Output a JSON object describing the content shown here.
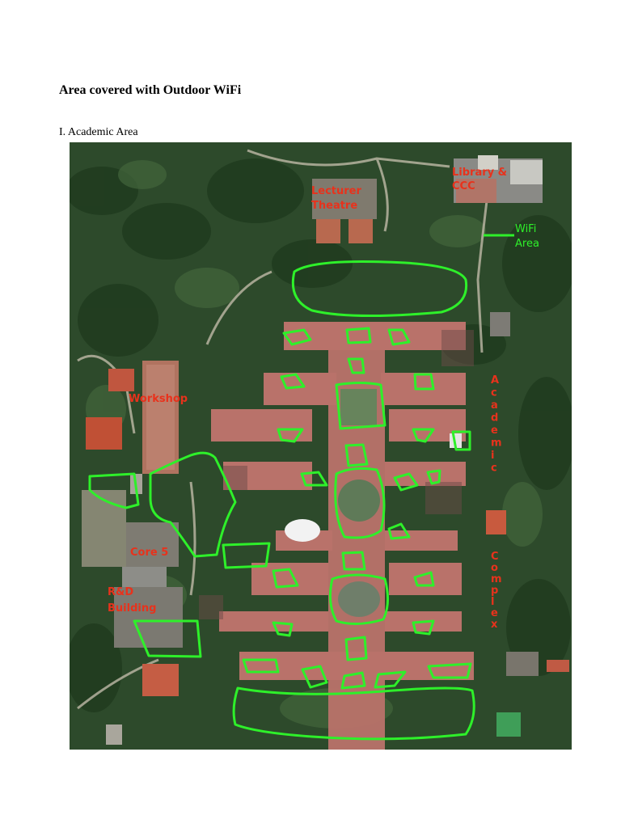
{
  "document": {
    "heading": "Area covered with Outdoor WiFi",
    "section_label": "I. Academic Area"
  },
  "map": {
    "labels": {
      "library_line1": "Library &",
      "library_line2": "CCC",
      "lecture_line1": "Lecturer",
      "lecture_line2": "Theatre",
      "workshop": "Workshop",
      "core5": "Core 5",
      "rd_line1": "R&D",
      "rd_line2": "Building",
      "academic_complex_letters": [
        "A",
        "c",
        "a",
        "d",
        "e",
        "m",
        "i",
        "c"
      ],
      "complex_letters": [
        "C",
        "o",
        "m",
        "p",
        "l",
        "e",
        "x"
      ]
    },
    "legend": {
      "line1": "WiFi",
      "line2": "Area"
    },
    "colors": {
      "label_red": "#e8321c",
      "wifi_green": "#2ef02a",
      "forest": "#2d4a2b",
      "roof": "#b9726a"
    }
  }
}
